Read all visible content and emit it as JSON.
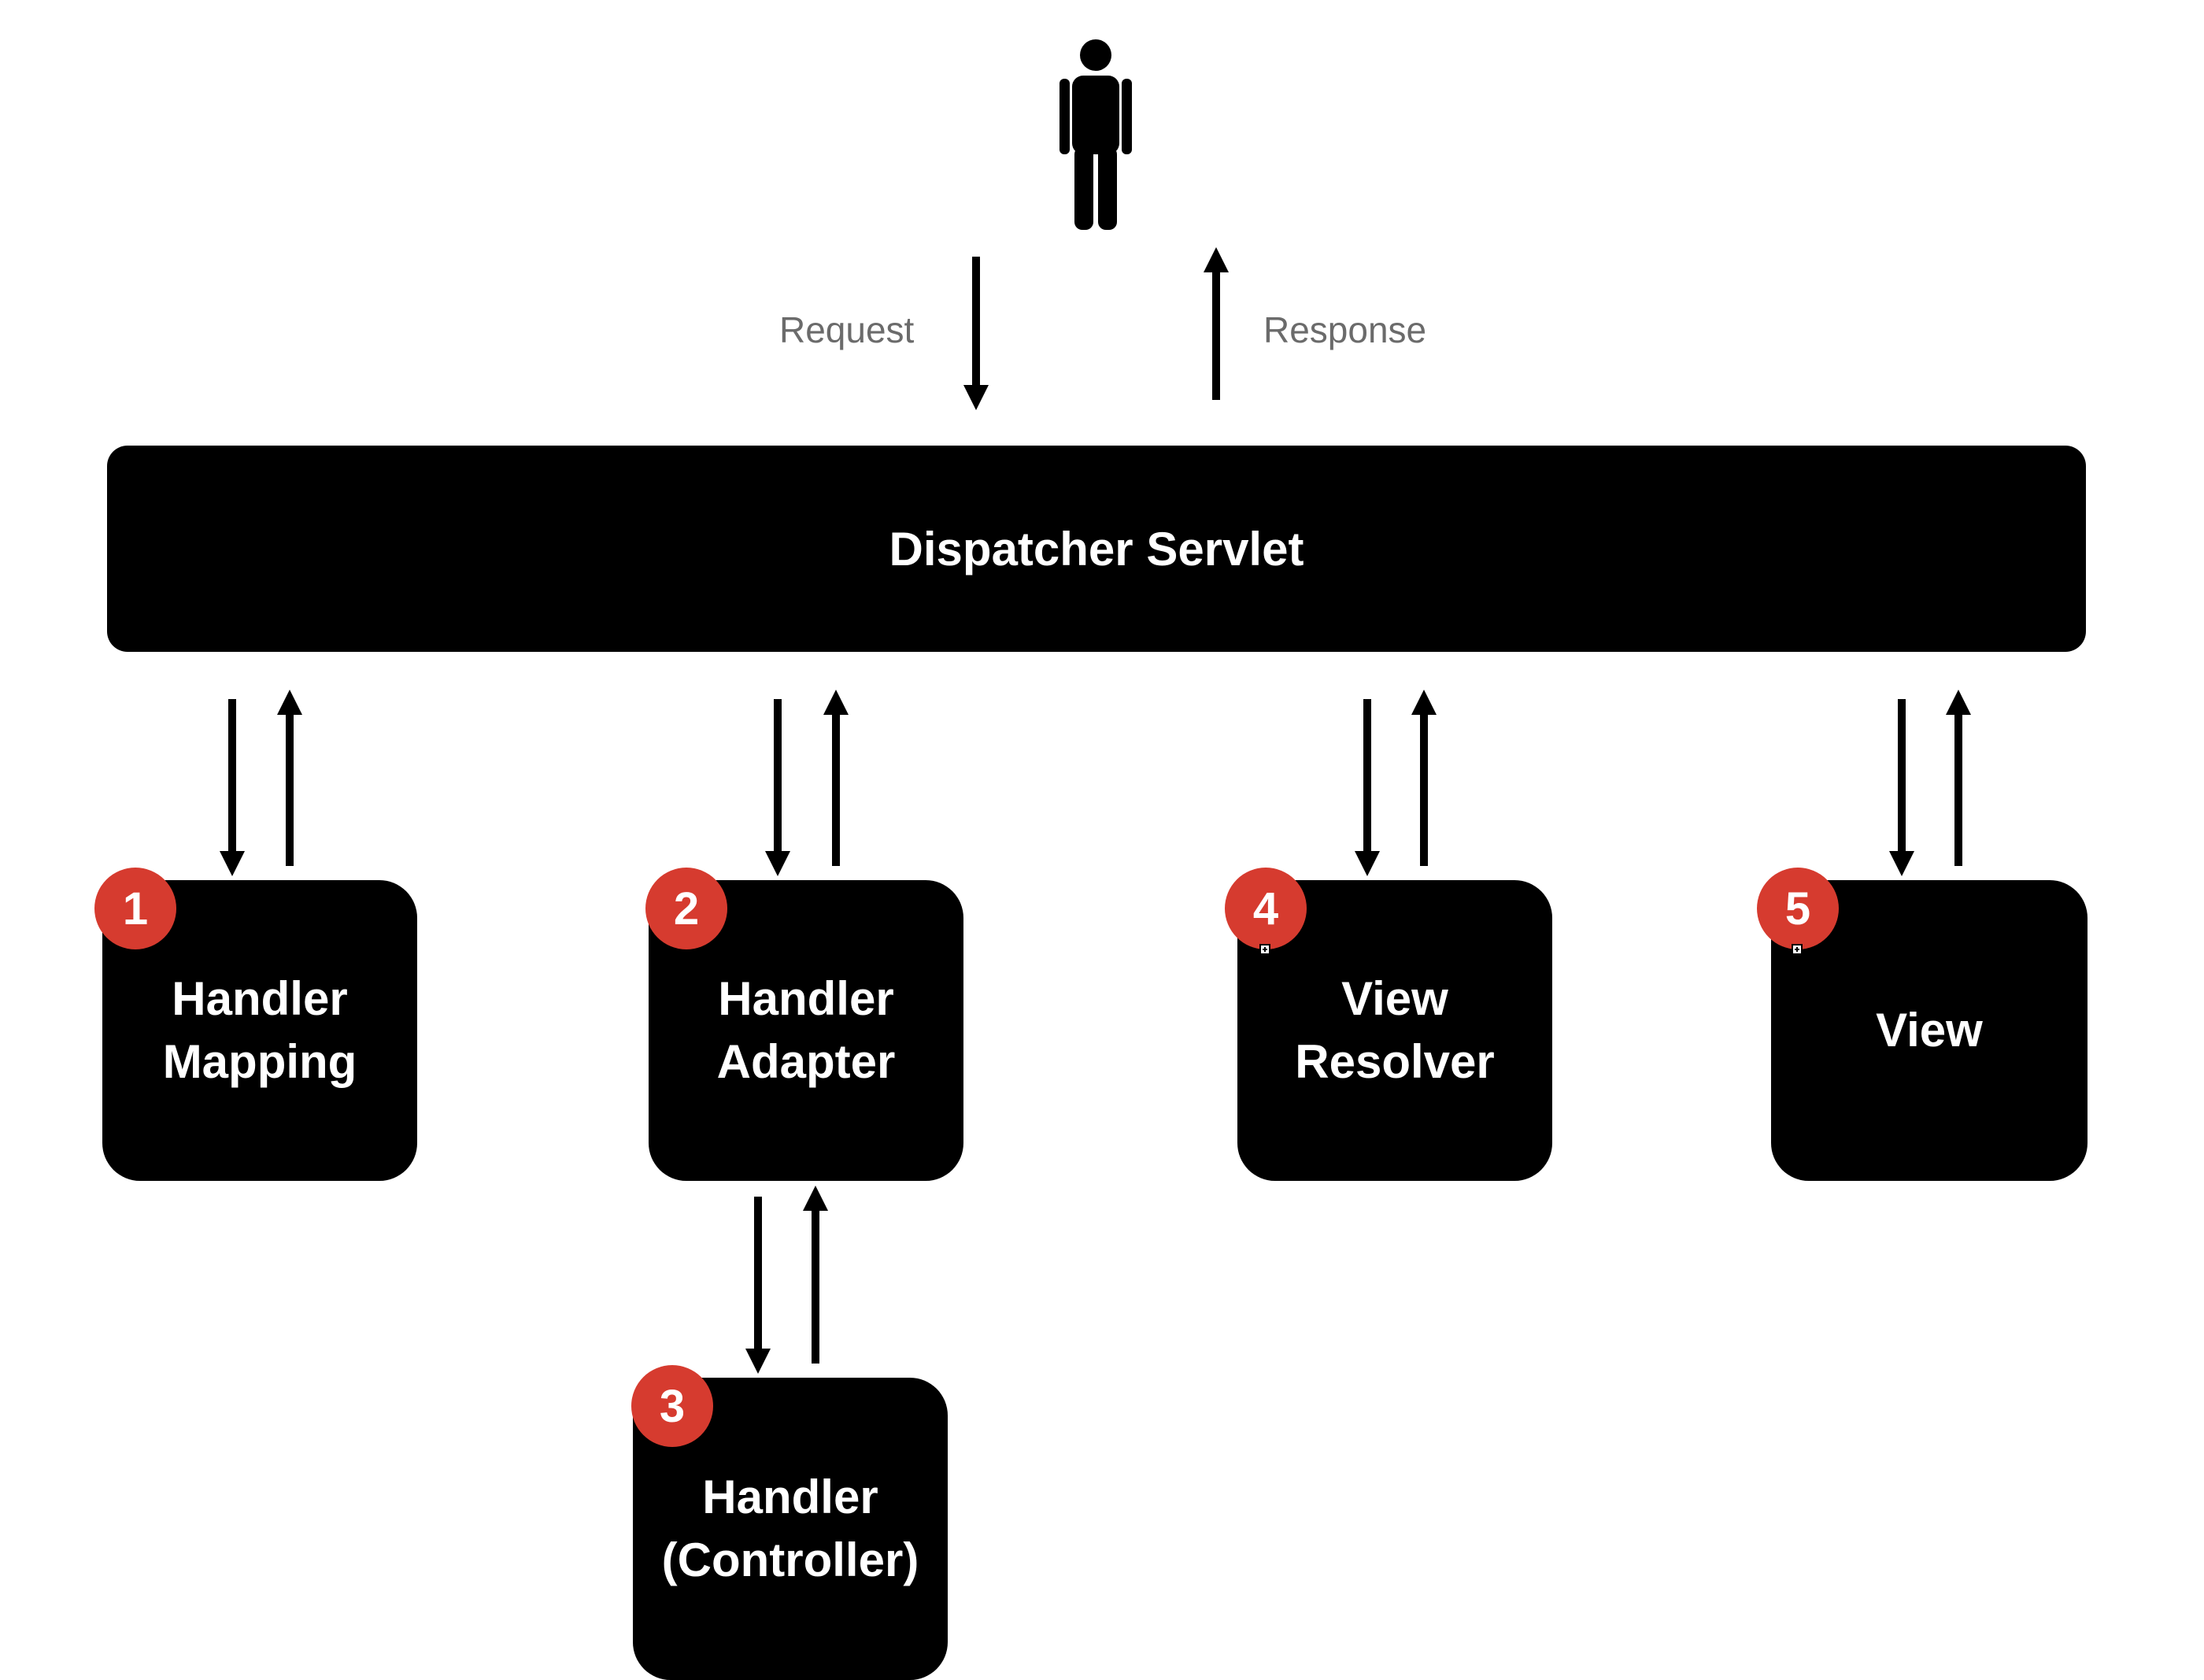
{
  "actor": {
    "icon": "user-icon"
  },
  "request_label": "Request",
  "response_label": "Response",
  "dispatcher": {
    "title": "Dispatcher Servlet"
  },
  "components": [
    {
      "step": "1",
      "title": "Handler\nMapping"
    },
    {
      "step": "2",
      "title": "Handler\nAdapter"
    },
    {
      "step": "3",
      "title": "Handler\n(Controller)"
    },
    {
      "step": "4",
      "title": "View\nResolver"
    },
    {
      "step": "5",
      "title": "View"
    }
  ],
  "colors": {
    "box": "#000000",
    "badge": "#d63b2f",
    "label": "#6b6b6b",
    "arrow": "#000000"
  }
}
